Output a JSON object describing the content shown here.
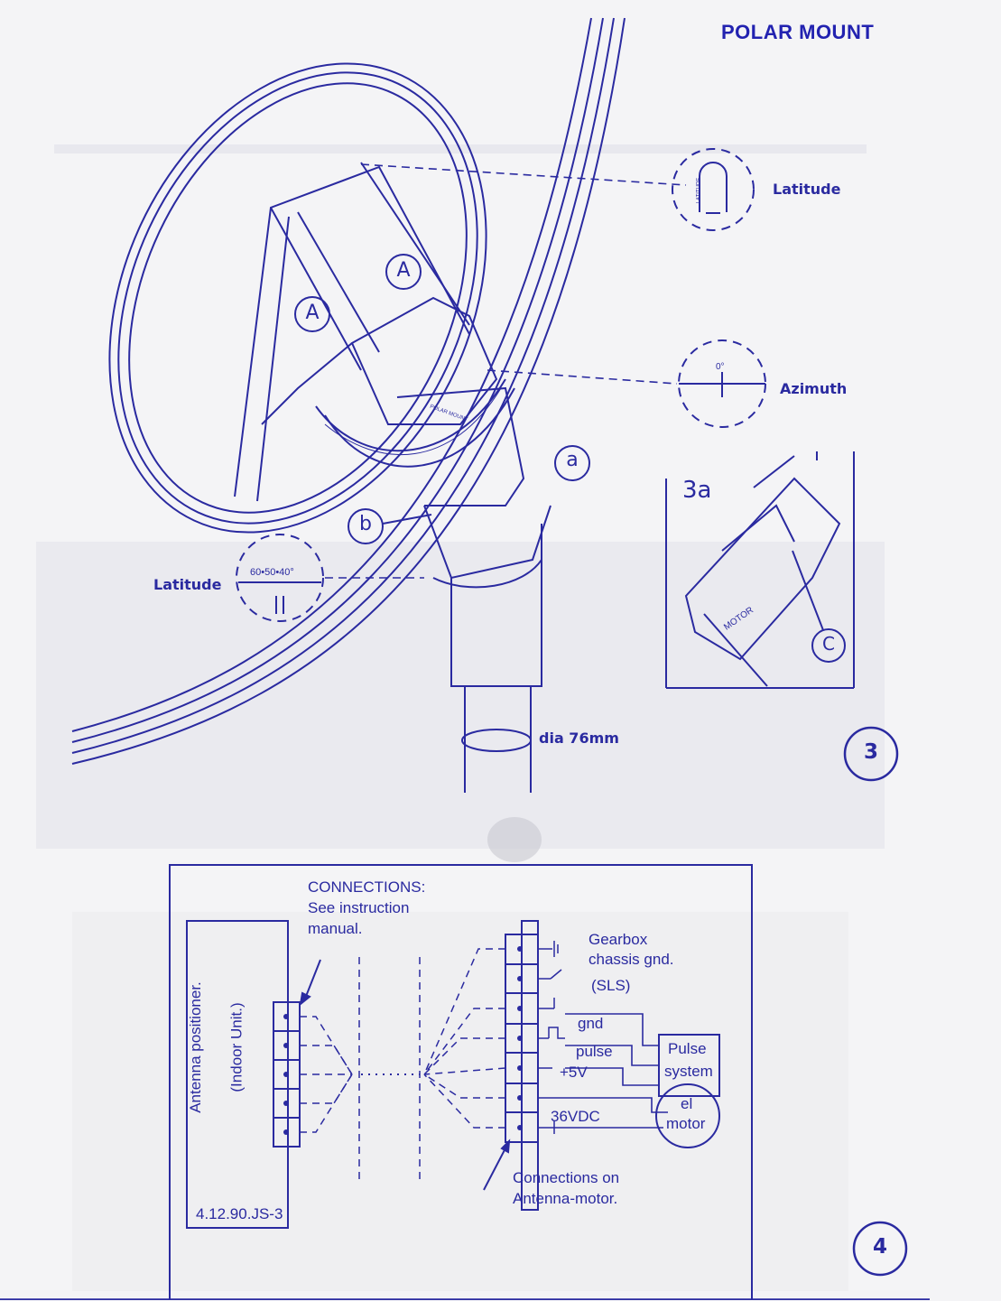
{
  "header": {
    "title": "POLAR MOUNT"
  },
  "figure3": {
    "number": "3",
    "label_latitude_top": "Latitude",
    "label_azimuth": "Azimuth",
    "label_latitude_left": "Latitude",
    "dial_latitude_top_text": "LATITUDE",
    "dial_azimuth_text": "0°",
    "dial_latitude_left_text": "60•50•40°",
    "callout_A1": "A",
    "callout_A2": "A",
    "callout_a": "a",
    "callout_b": "b",
    "callout_C": "C",
    "inset_label": "3a",
    "inset_motor": "MOTOR",
    "scale_text": "POLAR MOUNT",
    "pipe_label": "dia 76mm"
  },
  "figure4": {
    "number": "4",
    "connections_note": [
      "CONNECTIONS:",
      "See instruction",
      "manual."
    ],
    "positioner_label": [
      "Antenna positioner.",
      "(Indoor Unit.)"
    ],
    "terminals_right": [
      {
        "label": "Gearbox"
      },
      {
        "label": "chassis gnd."
      },
      {
        "label": "(SLS)"
      },
      {
        "label": "gnd"
      },
      {
        "label": "pulse"
      },
      {
        "label": "+5V"
      },
      {
        "label": "36VDC"
      }
    ],
    "pulse_box": [
      "Pulse",
      "system"
    ],
    "motor_box": [
      "el",
      "motor"
    ],
    "motor_connections": [
      "Connections on",
      "Antenna-motor."
    ],
    "ref_code": "4.12.90.JS-3"
  }
}
